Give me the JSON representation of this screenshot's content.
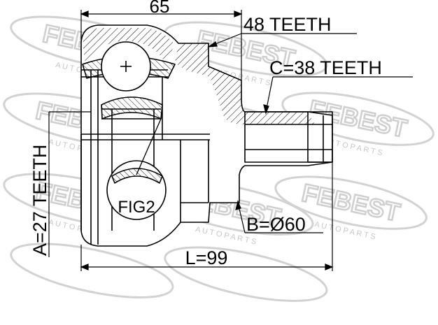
{
  "diagram": {
    "dimension_top": "65",
    "label_outer_teeth": "48 TEETH",
    "label_c": "C=38 TEETH",
    "label_b": "B=Ø60",
    "label_l": "L=99",
    "label_a": "A=27 TEETH",
    "label_fig": "FIG2"
  },
  "watermark": {
    "brand": "FEBEST",
    "sub": "A U T O   P A R T S"
  },
  "colors": {
    "line": "#000000",
    "watermark": "#d0d0d0",
    "background": "#ffffff"
  }
}
